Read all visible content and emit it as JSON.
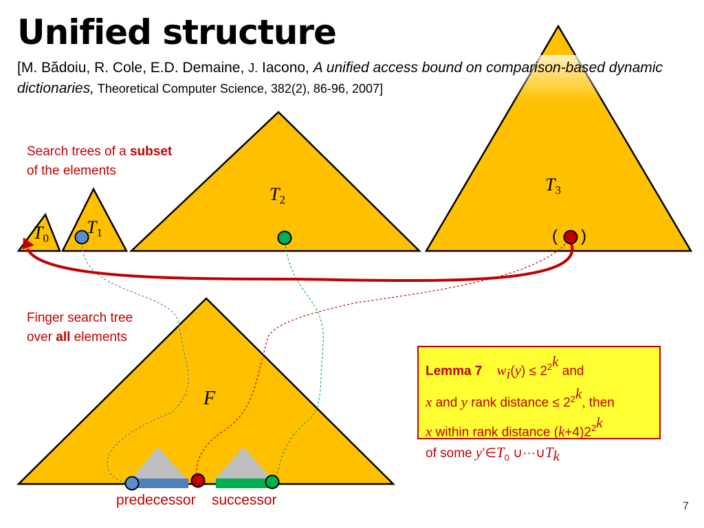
{
  "title": "Unified structure",
  "citation": {
    "open_bracket": "[",
    "authors_a": "M. Bădoiu, R. Cole, E.D. Demaine, ",
    "authors_j": "J.",
    "authors_b": " Iacono, ",
    "paper_title": "A unified access bound on comparison-based dynamic dictionaries",
    "comma": ",",
    "venue": " Theoretical Computer Science, 382(2), 86-96, 2007",
    "close_bracket": "]"
  },
  "notes": {
    "subset_prefix": "Search trees of a ",
    "subset_bold": "subset",
    "subset_line2": "of the elements",
    "finger_line1": "Finger search tree",
    "finger_prefix": "over ",
    "finger_bold": "all",
    "finger_suffix": " elements"
  },
  "trees": {
    "T0": {
      "letter": "T",
      "index": "0"
    },
    "T1": {
      "letter": "T",
      "index": "1"
    },
    "T2": {
      "letter": "T",
      "index": "2"
    },
    "T3": {
      "letter": "T",
      "index": "3"
    },
    "F": {
      "letter": "F"
    }
  },
  "parens": {
    "open": "(",
    "close": ")"
  },
  "bottom_labels": {
    "predecessor": "predecessor",
    "successor": "successor"
  },
  "lemma": {
    "name": "Lemma 7",
    "w": "w",
    "w_sub": "i",
    "y_open": "(",
    "y": "y",
    "y_close": ")",
    "leq1": " ≤ 2",
    "two": "2",
    "k1": "k",
    "and1": " and",
    "x1": "x",
    "and_y": " and ",
    "y2": "y",
    "rank_dist": " rank distance ≤ 2",
    "two2": "2",
    "k2": "k",
    "then": ", then",
    "x2": "x",
    "within": " within rank distance (",
    "k3": "k",
    "plus4": "+4)2",
    "two3": "2",
    "k4": "k",
    "of_some": "of some ",
    "yprime": "y",
    "prime_in": "’∈",
    "T0": "T",
    "T0_sub": "0",
    "union": " ∪···∪",
    "Tk": "T",
    "Tk_sub": "k"
  },
  "page_number": "7",
  "colors": {
    "tree_fill": "#ffc000",
    "outline": "#000000",
    "arrow": "#c00000",
    "blue_node": "#5b8fcc",
    "green_node": "#00b050",
    "red_node": "#c00000",
    "gray_tri": "#bfbfbf",
    "lemma_bg": "#ffff33"
  }
}
